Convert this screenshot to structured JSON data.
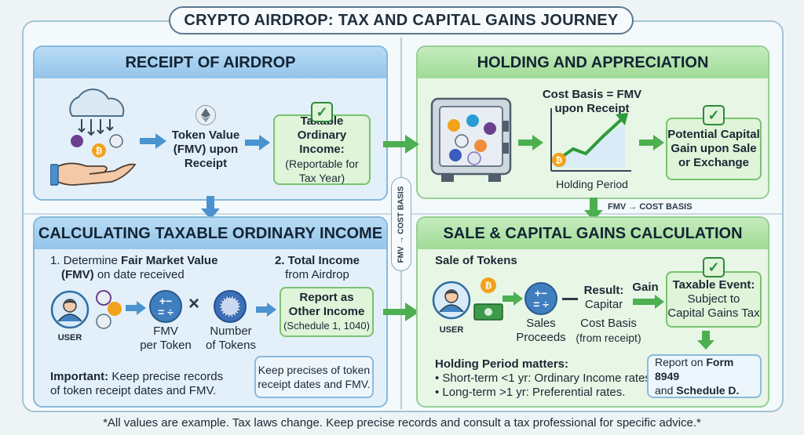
{
  "title": "CRYPTO AIRDROP: TAX AND CAPITAL GAINS JOURNEY",
  "panels": {
    "receipt": {
      "header": "RECEIPT OF AIRDROP",
      "token_value": [
        "Token Value",
        "(FMV) upon",
        "Receipt"
      ],
      "taxable_title": [
        "Taxable Ordinary",
        "Income:"
      ],
      "taxable_sub": [
        "(Reportable for",
        "Tax Year)"
      ]
    },
    "holding": {
      "header": "HOLDING AND APPRECIATION",
      "cost_basis": [
        "Cost Basis = FMV",
        "upon Receipt"
      ],
      "holding_period": "Holding Period",
      "potential": [
        "Potential Capital",
        "Gain upon Sale",
        "or Exchange"
      ]
    },
    "calculating": {
      "header": "CALCULATING TAXABLE ORDINARY INCOME",
      "step1_prefix": "1. Determine ",
      "step1_bold": "Fair Market Value",
      "step1_line2_bold": "(FMV)",
      "step1_line2_rest": " on date received",
      "step2": [
        "2. Total Income",
        "from Airdrop"
      ],
      "user": "USER",
      "fmv_per_token": [
        "FMV",
        "per Token"
      ],
      "number_tokens": [
        "Number",
        "of Tokens"
      ],
      "report_title": [
        "Report as",
        "Other Income"
      ],
      "report_sub": "(Schedule 1, 1040)",
      "important_bold": "Important:",
      "important_rest": " Keep precise records",
      "important_line2": "of token receipt dates and FMV.",
      "note": [
        "Keep precises of token",
        "receipt dates and FMV."
      ]
    },
    "sale": {
      "header": "SALE & CAPITAL GAINS CALCULATION",
      "sale_of_tokens": "Sale of Tokens",
      "user": "USER",
      "sales_proceeds": [
        "Sales",
        "Proceeds"
      ],
      "result": [
        "Result:",
        "Capitar"
      ],
      "cost_basis": [
        "Cost Basis",
        "(from receipt)"
      ],
      "gain": "Gain",
      "taxable_event_title": "Taxable Event:",
      "taxable_event_sub": [
        "Subject to",
        "Capital Gains Tax"
      ],
      "holding_matters": "Holding Period matters:",
      "short_term": "• Short-term <1 yr: Ordinary Income rates.",
      "long_term": "• Long-term >1 yr: Preferential rates.",
      "report_prefix": "Report on ",
      "report_form": "Form 8949",
      "report_and": "and ",
      "report_schedule": "Schedule D."
    }
  },
  "connectors": {
    "fmv_cost_basis_h": "FMV → COST BASIS",
    "fmv_cost_basis_v": "FMV → COST BASIS"
  },
  "footer": "*All values are example. Tax laws change. Keep precise records and consult a tax professional for specific advice.*",
  "colors": {
    "blue_header": "#93c4ea",
    "green_header": "#9fdb95",
    "arrow_blue": "#4a93cf",
    "arrow_green": "#4caf50",
    "bitcoin": "#f2a21b"
  }
}
